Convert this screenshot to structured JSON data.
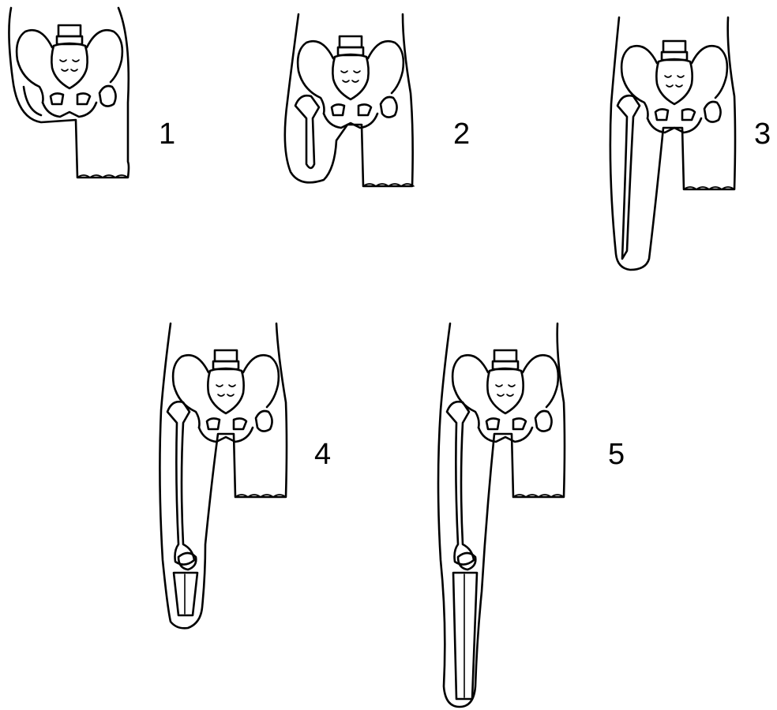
{
  "figure": {
    "panels": [
      {
        "label": "1"
      },
      {
        "label": "2"
      },
      {
        "label": "3"
      },
      {
        "label": "4"
      },
      {
        "label": "5"
      }
    ]
  }
}
